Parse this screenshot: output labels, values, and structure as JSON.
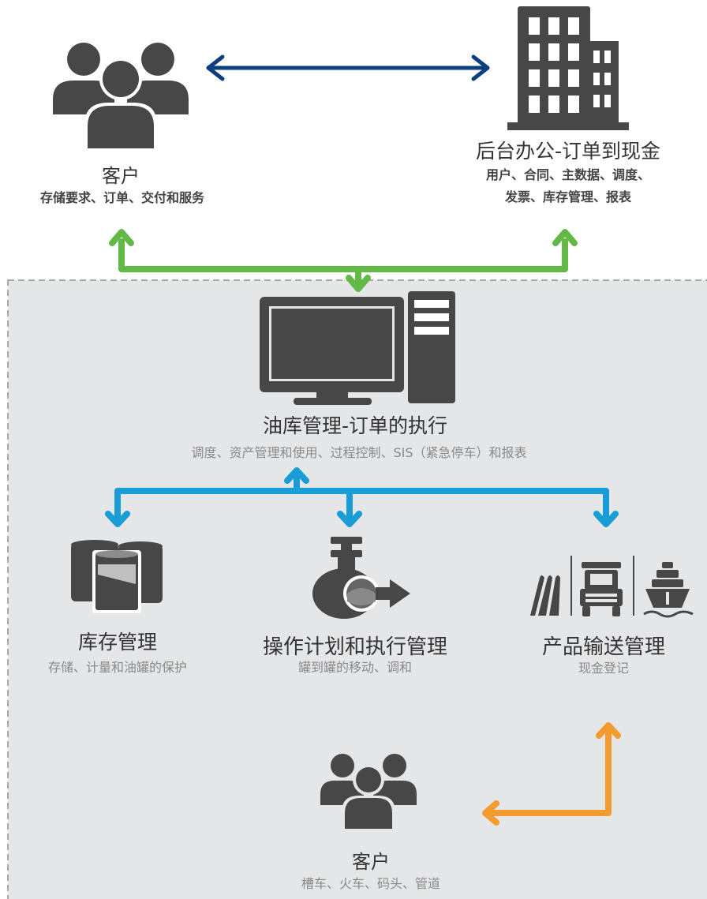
{
  "colors": {
    "icon": "#474747",
    "icon_light": "#ffffff",
    "arrow_navy": "#0d3e80",
    "arrow_green": "#62b945",
    "arrow_blue": "#1a9cd6",
    "arrow_orange": "#f49b30",
    "panel_bg": "#e5e6e8",
    "panel_border": "#a9a9a9"
  },
  "customer_top": {
    "title": "客户",
    "subtitle": "存储要求、订单、交付和服务",
    "icon": "people-icon"
  },
  "back_office": {
    "title": "后台办公-订单到现金",
    "subtitle_line1": "用户、合同、主数据、调度、",
    "subtitle_line2": "发票、库存管理、报表",
    "icon": "office-building-icon"
  },
  "terminal": {
    "title": "油库管理-订单的执行",
    "subtitle": "调度、资产管理和使用、过程控制、SIS（紧急停车）和报表",
    "icon": "desktop-computer-icon"
  },
  "inventory": {
    "title": "库存管理",
    "subtitle": "存储、计量和油罐的保护",
    "icon": "storage-tanks-icon"
  },
  "operations": {
    "title": "操作计划和执行管理",
    "subtitle": "罐到罐的移动、调和",
    "icon": "valve-pipe-icon"
  },
  "product_transfer": {
    "title": "产品输送管理",
    "subtitle": "现金登记",
    "icons": [
      "pipeline-icon",
      "truck-icon",
      "ship-icon"
    ]
  },
  "customer_bottom": {
    "title": "客户",
    "subtitle": "槽车、火车、码头、管道",
    "icon": "people-icon"
  }
}
